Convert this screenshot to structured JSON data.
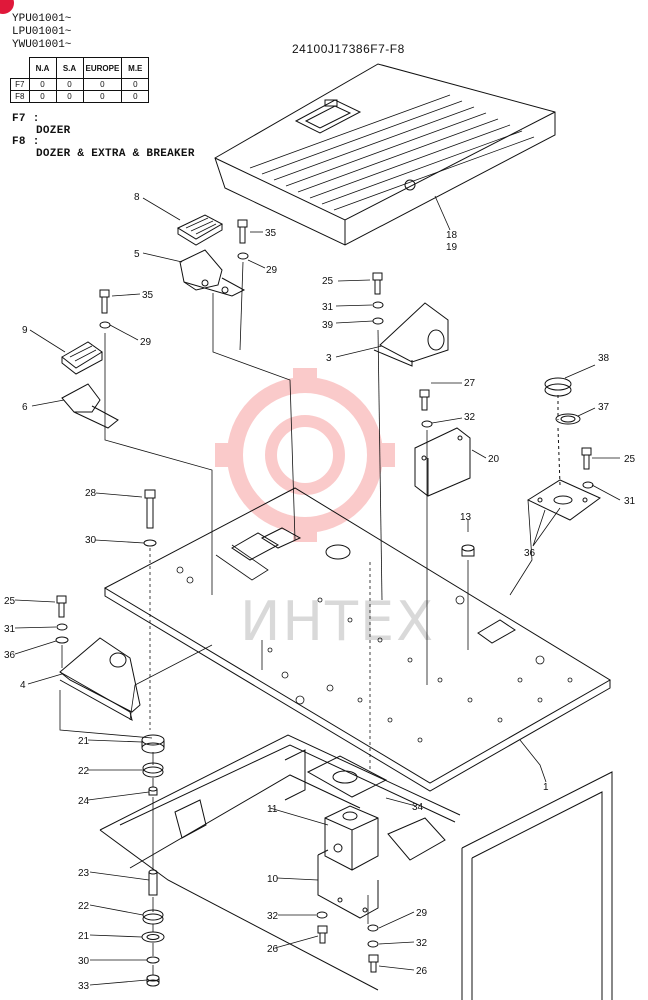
{
  "header": {
    "serials": [
      "YPU01001~",
      "LPU01001~",
      "YWU01001~"
    ],
    "figure_code": "24100J17386F7-F8"
  },
  "spec_table": {
    "columns": [
      "N.A",
      "S.A",
      "EUROPE",
      "M.E"
    ],
    "rows": [
      {
        "label": "F7",
        "values": [
          "0",
          "0",
          "0",
          "0"
        ]
      },
      {
        "label": "F8",
        "values": [
          "0",
          "0",
          "0",
          "0"
        ]
      }
    ]
  },
  "legend": [
    {
      "key": "F7 :",
      "desc": "DOZER"
    },
    {
      "key": "F8 :",
      "desc": "DOZER & EXTRA & BREAKER"
    }
  ],
  "watermark": {
    "text": "ИНТЕХ",
    "color": "#f26b6b"
  },
  "callouts": {
    "c8": "8",
    "c35a": "35",
    "c5": "5",
    "c29a": "29",
    "c35b": "35",
    "c29b": "29",
    "c9": "9",
    "c6": "6",
    "c18": "18",
    "c19": "19",
    "c25a": "25",
    "c31a": "31",
    "c39a": "39",
    "c3": "3",
    "c27": "27",
    "c32a": "32",
    "c20": "20",
    "c38": "38",
    "c37": "37",
    "c25b": "25",
    "c31b": "31",
    "c36a": "36",
    "c28": "28",
    "c30a": "30",
    "c13": "13",
    "c25c": "25",
    "c31c": "31",
    "c36b": "36",
    "c4": "4",
    "c21a": "21",
    "c22a": "22",
    "c24": "24",
    "c23": "23",
    "c22b": "22",
    "c21b": "21",
    "c30b": "30",
    "c33": "33",
    "c1": "1",
    "c34": "34",
    "c11": "11",
    "c10": "10",
    "c32b": "32",
    "c26a": "26",
    "c29c": "29",
    "c32c": "32",
    "c26b": "26"
  }
}
